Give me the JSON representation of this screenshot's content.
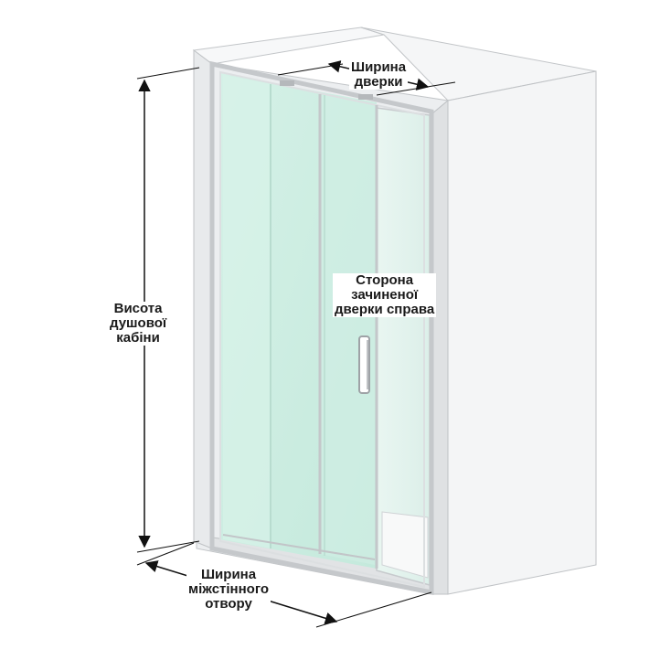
{
  "labels": {
    "door_width": [
      "Ширина",
      "дверки"
    ],
    "cabin_height": [
      "Висота",
      "душової",
      "кабіни"
    ],
    "closed_side": [
      "Сторона",
      "зачиненої",
      "дверки справа"
    ],
    "opening_width": [
      "Ширина",
      "міжстінного",
      "отвору"
    ]
  },
  "colors": {
    "wall": "#f3f4f5",
    "wall_shade": "#e6e7e9",
    "wall_edge": "#b7babd",
    "glass": "#cfeee3",
    "glass_light": "#e4f5ef",
    "frame": "#c9cccf",
    "dimension": "#111111"
  }
}
